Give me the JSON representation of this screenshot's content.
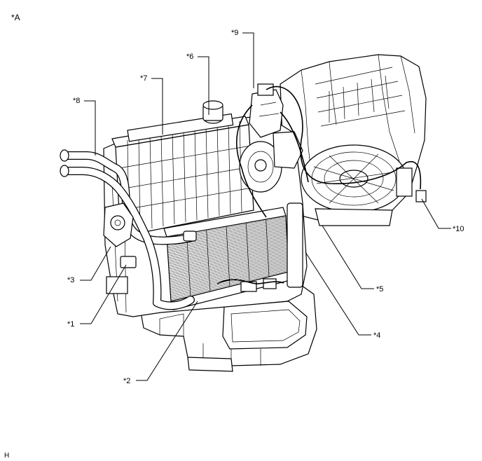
{
  "figure": {
    "view_label": "*A",
    "corner_code": "H"
  },
  "callouts": [
    {
      "id": "c1",
      "text": "*1"
    },
    {
      "id": "c2",
      "text": "*2"
    },
    {
      "id": "c3",
      "text": "*3"
    },
    {
      "id": "c4",
      "text": "*4"
    },
    {
      "id": "c5",
      "text": "*5"
    },
    {
      "id": "c6",
      "text": "*6"
    },
    {
      "id": "c7",
      "text": "*7"
    },
    {
      "id": "c8",
      "text": "*8"
    },
    {
      "id": "c9",
      "text": "*9"
    },
    {
      "id": "c10",
      "text": "*10"
    }
  ]
}
